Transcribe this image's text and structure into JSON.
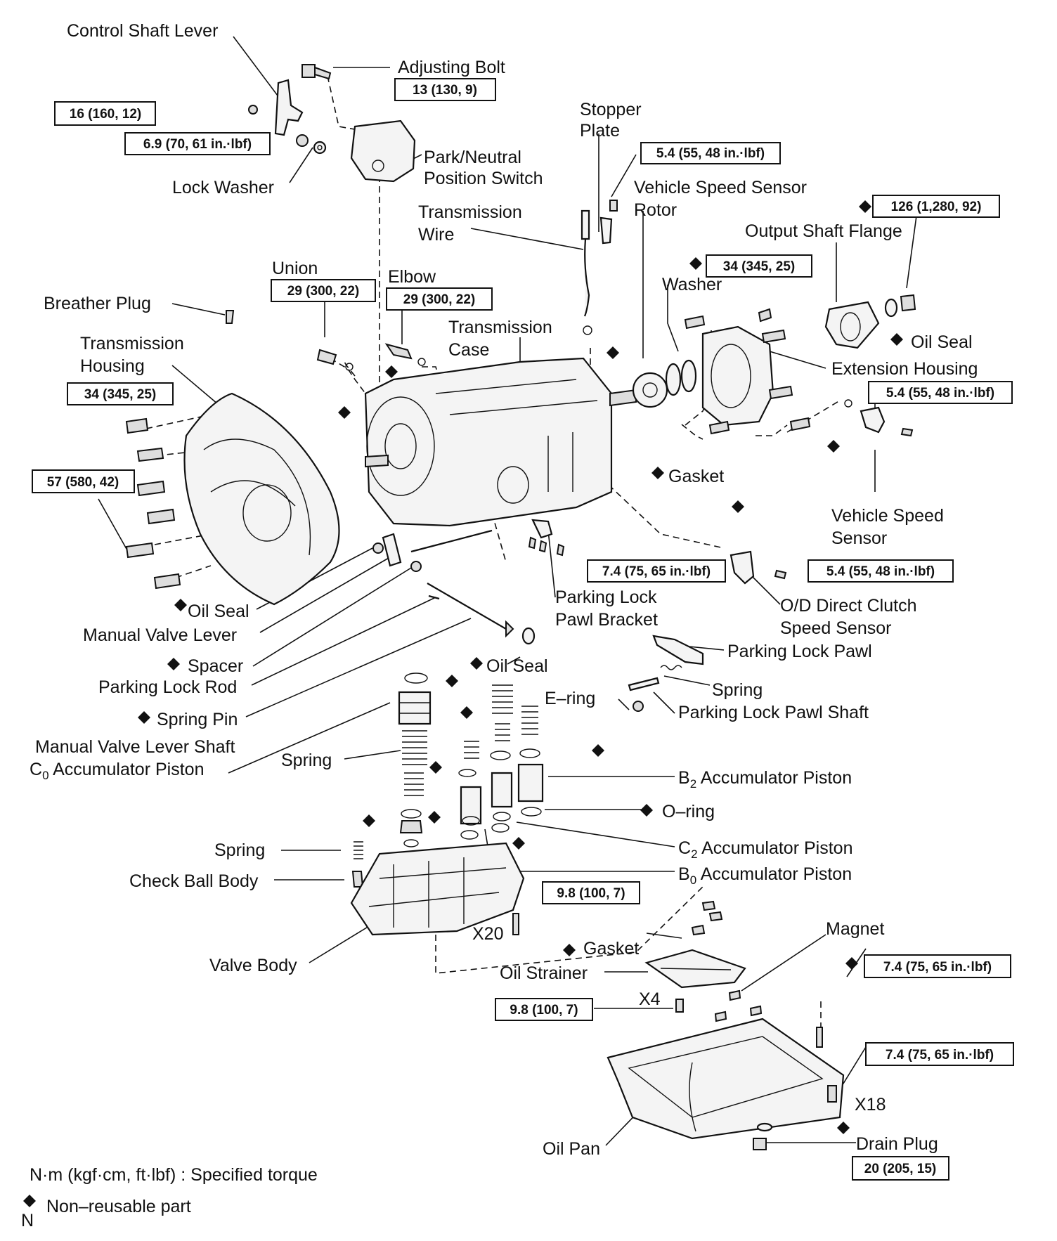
{
  "labels": {
    "control_shaft_lever": "Control Shaft Lever",
    "adjusting_bolt": "Adjusting Bolt",
    "stopper_plate_1": "Stopper",
    "stopper_plate_2": "Plate",
    "lock_washer": "Lock Washer",
    "pnp_switch_1": "Park/Neutral",
    "pnp_switch_2": "Position Switch",
    "vss_rotor_1": "Vehicle Speed Sensor",
    "vss_rotor_2": "Rotor",
    "transmission_wire_1": "Transmission",
    "transmission_wire_2": "Wire",
    "output_shaft_flange": "Output Shaft Flange",
    "union": "Union",
    "elbow": "Elbow",
    "washer": "Washer",
    "breather_plug": "Breather Plug",
    "transmission_case_1": "Transmission",
    "transmission_case_2": "Case",
    "oil_seal_flange": "Oil Seal",
    "transmission_housing_1": "Transmission",
    "transmission_housing_2": "Housing",
    "extension_housing": "Extension Housing",
    "gasket_ext": "Gasket",
    "vehicle_speed_sensor_1": "Vehicle Speed",
    "vehicle_speed_sensor_2": "Sensor",
    "oil_seal_manual": "Oil Seal",
    "manual_valve_lever": "Manual Valve Lever",
    "parking_lock_pawl_bracket_1": "Parking Lock",
    "parking_lock_pawl_bracket_2": "Pawl Bracket",
    "od_direct_clutch_1": "O/D Direct Clutch",
    "od_direct_clutch_2": "Speed Sensor",
    "parking_lock_pawl": "Parking Lock Pawl",
    "spacer": "Spacer",
    "oil_seal_rod": "Oil Seal",
    "parking_lock_rod": "Parking Lock Rod",
    "spring_pawl": "Spring",
    "e_ring": "E–ring",
    "parking_lock_pawl_shaft": "Parking Lock Pawl Shaft",
    "spring_pin": "Spring Pin",
    "manual_valve_lever_shaft": "Manual Valve Lever Shaft",
    "c0_accumulator_a": "C",
    "c0_accumulator_sub": "0",
    "c0_accumulator_b": " Accumulator Piston",
    "spring_c0": "Spring",
    "b2_accumulator_a": "B",
    "b2_accumulator_sub": "2",
    "b2_accumulator_b": " Accumulator Piston",
    "o_ring": "O–ring",
    "spring_check": "Spring",
    "c2_accumulator_a": "C",
    "c2_accumulator_sub": "2",
    "c2_accumulator_b": " Accumulator Piston",
    "check_ball_body": "Check Ball Body",
    "b0_accumulator_a": "B",
    "b0_accumulator_sub": "0",
    "b0_accumulator_b": " Accumulator Piston",
    "x20": "X20",
    "magnet": "Magnet",
    "gasket_pan": "Gasket",
    "valve_body": "Valve Body",
    "oil_strainer": "Oil Strainer",
    "x4": "X4",
    "x18": "X18",
    "drain_plug": "Drain Plug",
    "oil_pan": "Oil Pan"
  },
  "torques": {
    "adjusting_bolt": "13 (130, 9)",
    "control_shaft_nut": "16 (160, 12)",
    "control_shaft_lock": "6.9 (70, 61 in.·lbf)",
    "stopper_plate": "5.4 (55, 48 in.·lbf)",
    "output_shaft_flange": "126 (1,280, 92)",
    "extension_bolts": "34 (345, 25)",
    "union": "29 (300, 22)",
    "elbow": "29 (300, 22)",
    "housing_upper": "34 (345, 25)",
    "vehicle_speed_sensor": "5.4 (55, 48 in.·lbf)",
    "housing_lower": "57 (580, 42)",
    "pawl_bracket": "7.4 (75, 65 in.·lbf)",
    "od_sensor": "5.4 (55, 48 in.·lbf)",
    "valve_body": "9.8 (100, 7)",
    "pan_upper": "7.4 (75, 65 in.·lbf)",
    "strainer": "9.8 (100, 7)",
    "pan_lower": "7.4 (75, 65 in.·lbf)",
    "drain_plug": "20 (205, 15)"
  },
  "legend": {
    "torque_note": "N·m (kgf·cm, ft·lbf) : Specified torque",
    "non_reusable": "Non–reusable part",
    "marker": "N"
  }
}
